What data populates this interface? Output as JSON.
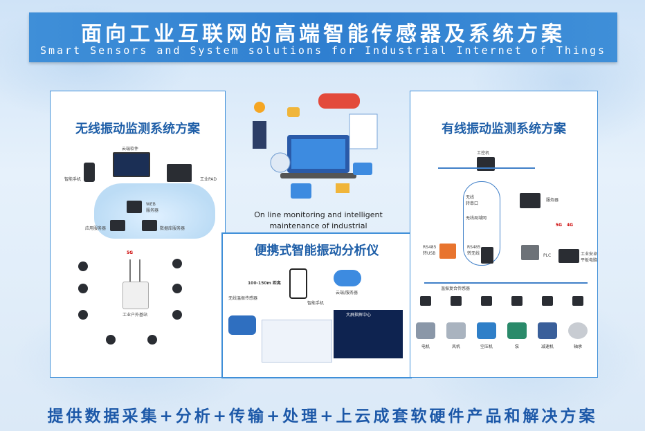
{
  "banner": {
    "title": "面向工业互联网的高端智能传感器及系统方案",
    "subtitle": "Smart Sensors and System solutions for Industrial Internet of Things"
  },
  "left": {
    "title": "无线振动监测系统方案",
    "labels": {
      "cloud_sw": "云端软件",
      "phone": "智能手机",
      "pad": "工业PAD",
      "web": "WEB\n服务器",
      "app": "应用服务器",
      "db": "数据库服务器",
      "gateway": "工业户外基站",
      "net5g": "5G"
    }
  },
  "center": {
    "caption": "On line monitoring and intelligent maintenance of industrial equipments"
  },
  "portable": {
    "title": "便携式智能振动分析仪",
    "labels": {
      "range": "100-150m 距离",
      "sensor": "无线温振传感器",
      "phone": "智能手机",
      "cloud": "云端/服务器",
      "bigscreen": "大屏指挥中心"
    }
  },
  "right": {
    "title": "有线振动监测系统方案",
    "labels": {
      "ipc": "工控机",
      "server": "服务器",
      "dtu": "无线\n转串口",
      "wan": "无线局域网",
      "rs485usb": "RS485\n转USB",
      "rs485w": "RS485\n转无线",
      "plc": "PLC",
      "tablet": "工业安卓\n平板电脑",
      "sensor": "温振复合传感器",
      "net5g": "5G",
      "net4g": "4G"
    },
    "machines": [
      "电机",
      "风机",
      "空压机",
      "泵",
      "减速机",
      "轴承"
    ]
  },
  "footer": "提供数据采集+分析+传输+处理+上云成套软硬件产品和解决方案"
}
